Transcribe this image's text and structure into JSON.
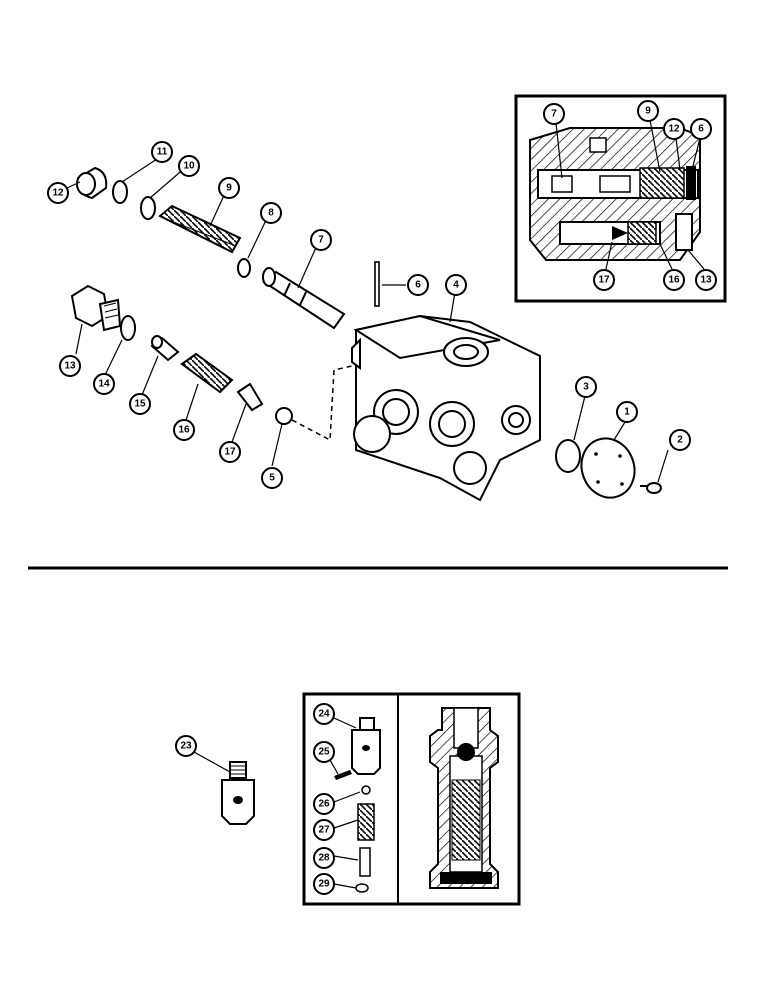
{
  "callouts": {
    "c1": "1",
    "c2": "2",
    "c3": "3",
    "c4": "4",
    "c5": "5",
    "c6": "6",
    "c7": "7",
    "c8": "8",
    "c9": "9",
    "c10": "10",
    "c11": "11",
    "c12": "12",
    "c13": "13",
    "c14": "14",
    "c15": "15",
    "c16": "16",
    "c17": "17",
    "i7": "7",
    "i9": "9",
    "i12": "12",
    "i6": "6",
    "i17": "17",
    "i16": "16",
    "i13": "13",
    "c23": "23",
    "c24": "24",
    "c25": "25",
    "c26": "26",
    "c27": "27",
    "c28": "28",
    "c29": "29"
  }
}
